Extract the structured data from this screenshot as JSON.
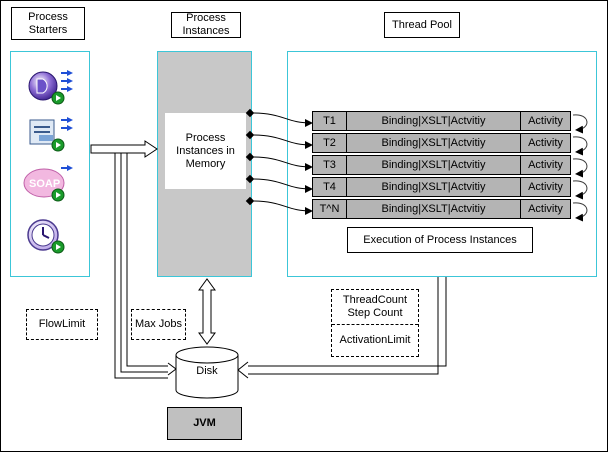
{
  "labels": {
    "process_starters": "Process Starters",
    "process_instances": "Process Instances",
    "thread_pool": "Thread Pool",
    "instances_in_memory": "Process Instances in Memory",
    "execution": "Execution of Process Instances",
    "flow_limit": "FlowLimit",
    "max_jobs": "Max Jobs",
    "thread_count_step_count": "ThreadCount Step Count",
    "activation_limit": "ActivationLimit",
    "disk": "Disk",
    "jvm": "JVM",
    "soap": "SOAP"
  },
  "threads": [
    {
      "id": "T1",
      "stage": "Binding|XSLT|Actvitiy",
      "activity": "Activity"
    },
    {
      "id": "T2",
      "stage": "Binding|XSLT|Actvitiy",
      "activity": "Activity"
    },
    {
      "id": "T3",
      "stage": "Binding|XSLT|Actvitiy",
      "activity": "Activity"
    },
    {
      "id": "T4",
      "stage": "Binding|XSLT|Actvitiy",
      "activity": "Activity"
    },
    {
      "id": "T^N",
      "stage": "Binding|XSLT|Actvitiy",
      "activity": "Activity"
    }
  ],
  "colors": {
    "accent_border": "#3cc6d8",
    "memory_fill": "#c8c8c8",
    "row_fill": "#b4b4b4",
    "jvm_fill": "#c0c0c0"
  },
  "icons": [
    "process-definition-icon",
    "file-poller-icon",
    "soap-icon",
    "timer-icon"
  ]
}
